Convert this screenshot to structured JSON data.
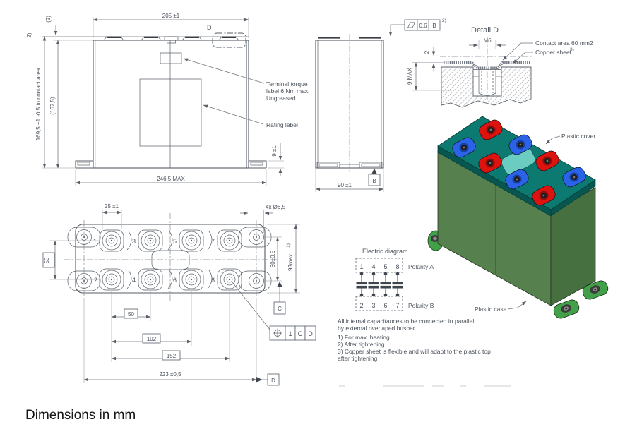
{
  "footer": {
    "text": "Dimensions in mm"
  },
  "front_view": {
    "dim_top": "205 ±1",
    "dim_top_small": "(2)",
    "note_left": "2)",
    "dim_height": "169,5 +1 -0,5 to contact area",
    "dim_height_ref": "(167,5)",
    "dim_bottom": "246,5 MAX",
    "dim_foot": "9 ±1",
    "detail_tag": "D",
    "torque_label": [
      "Terminal torque",
      "label 6 Nm max.",
      "Ungreased"
    ],
    "rating_label": "Rating label"
  },
  "side_view": {
    "dim_width": "90 ±1",
    "datum": "B"
  },
  "flatness": {
    "value": "0,6",
    "datum": "B",
    "note": "2)"
  },
  "detail_d": {
    "title": "Detail D",
    "thread": "M6",
    "dim_sheet": "2",
    "dim_depth": "9 MAX",
    "contact_label": "Contact area 60 mm2",
    "copper_label": "Copper sheet",
    "copper_note": "3)"
  },
  "top_view": {
    "dim_pad": "25 ±1",
    "dim_holes": "4x Ø6,5",
    "dim_row_pitch": "50",
    "dim_col_pitch": "50",
    "dim_102": "102",
    "dim_152": "152",
    "dim_223": "223 ±0,5",
    "dim_60": "60±0,5",
    "dim_93": "93max",
    "dim_93_note": "1)",
    "datum_c": "C",
    "datum_d": "D",
    "position": {
      "num": "1",
      "ref1": "C",
      "ref2": "D"
    },
    "terminals": [
      "1",
      "2",
      "3",
      "4",
      "5",
      "6",
      "7",
      "8"
    ]
  },
  "render3d": {
    "cover_label": "Plastic cover",
    "case_label": "Plastic case",
    "colors": {
      "cover": "#0d7a71",
      "cover_dark": "#07564f",
      "case_left": "#57804f",
      "case_right": "#477040",
      "foot": "#42a048",
      "terminal_red": "#dd1310",
      "terminal_red_dark": "#8d0f0c",
      "terminal_blue": "#2a62e8",
      "terminal_blue_dark": "#173f9e",
      "label_patch": "#6bccc2"
    }
  },
  "electric_diagram": {
    "title": "Electric diagram",
    "row_a": [
      "1",
      "4",
      "5",
      "8"
    ],
    "row_b": [
      "2",
      "3",
      "6",
      "7"
    ],
    "polarity_a": "Polarity A",
    "polarity_b": "Polarity B"
  },
  "notes": {
    "parallel_1": "All internal capacitances to be connected in parallel",
    "parallel_2": "by external overlaped busbar",
    "n1": "1) For max. heating",
    "n2": "2) After tightening",
    "n3a": "3) Copper sheet is flexible and will adapt to the plastic top",
    "n3b": "after tightening"
  }
}
